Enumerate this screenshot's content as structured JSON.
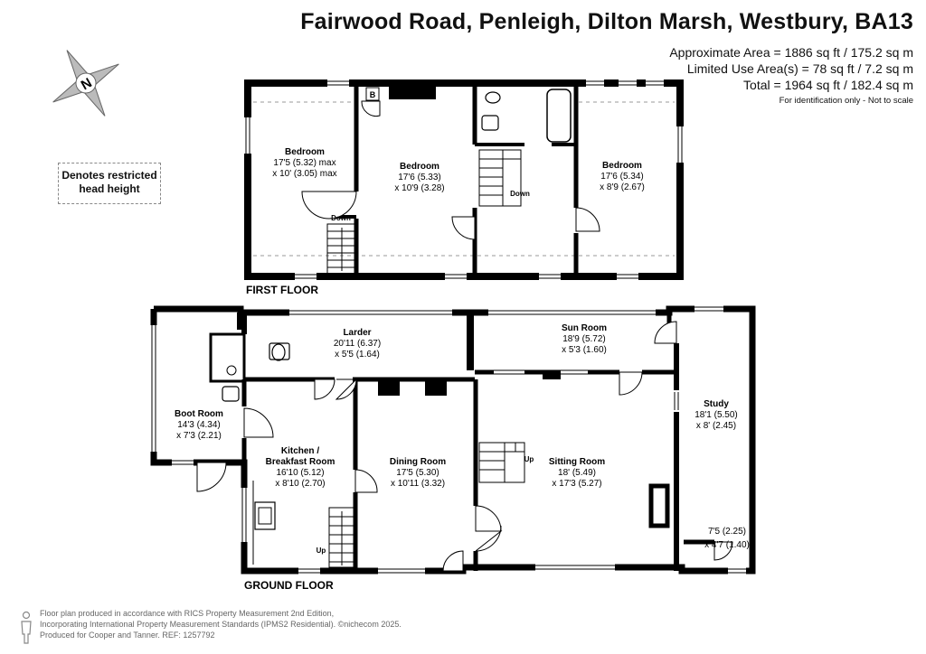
{
  "header": {
    "title": "Fairwood Road, Penleigh, Dilton Marsh, Westbury, BA13",
    "area_line1": "Approximate Area = 1886 sq ft / 175.2 sq m",
    "area_line2": "Limited Use Area(s) = 78 sq ft / 7.2 sq m",
    "area_line3": "Total = 1964 sq ft / 182.4 sq m",
    "note": "For identification only - Not to scale"
  },
  "compass": {
    "letter": "N"
  },
  "legend": {
    "line1": "Denotes restricted",
    "line2": "head height"
  },
  "first_floor": {
    "label": "FIRST FLOOR",
    "rooms": [
      {
        "name": "Bedroom",
        "dim1": "17'5 (5.32) max",
        "dim2": "x 10' (3.05) max"
      },
      {
        "name": "Bedroom",
        "dim1": "17'6 (5.33)",
        "dim2": "x 10'9 (3.28)"
      },
      {
        "name": "Bedroom",
        "dim1": "17'6 (5.34)",
        "dim2": "x 8'9 (2.67)"
      }
    ],
    "stairs_down_left": "Down",
    "stairs_down_right": "Down",
    "boiler": "B"
  },
  "ground_floor": {
    "label": "GROUND FLOOR",
    "rooms": [
      {
        "name": "Larder",
        "dim1": "20'11 (6.37)",
        "dim2": "x 5'5 (1.64)"
      },
      {
        "name": "Sun Room",
        "dim1": "18'9 (5.72)",
        "dim2": "x 5'3 (1.60)"
      },
      {
        "name": "Boot Room",
        "dim1": "14'3 (4.34)",
        "dim2": "x 7'3 (2.21)"
      },
      {
        "name": "Kitchen /",
        "name2": "Breakfast Room",
        "dim1": "16'10 (5.12)",
        "dim2": "x 8'10 (2.70)"
      },
      {
        "name": "Dining Room",
        "dim1": "17'5 (5.30)",
        "dim2": "x 10'11 (3.32)"
      },
      {
        "name": "Sitting Room",
        "dim1": "18' (5.49)",
        "dim2": "x 17'3 (5.27)"
      },
      {
        "name": "Study",
        "dim1": "18'1 (5.50)",
        "dim2": "x 8' (2.45)"
      },
      {
        "name": "",
        "dim1": "7'5 (2.25)",
        "dim2": "x 4'7 (1.40)"
      }
    ],
    "stairs_up_kitchen": "Up",
    "stairs_up_sitting": "Up"
  },
  "footer": {
    "line1": "Floor plan produced in accordance with RICS Property Measurement 2nd Edition,",
    "line2": "Incorporating International Property Measurement Standards (IPMS2 Residential).  ©nichecom 2025.",
    "line3": "Produced for Cooper and Tanner.   REF:  1257792"
  }
}
